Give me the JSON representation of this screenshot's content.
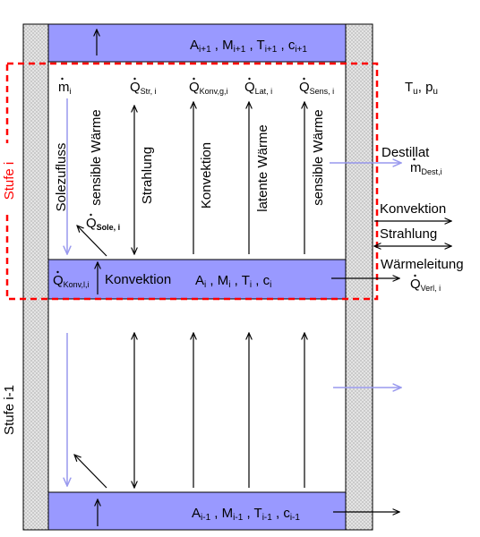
{
  "colors": {
    "layer_fill": "#9999ff",
    "wall_fill": "#e6e6e6",
    "stage_boundary": "#ff0000",
    "light_arrow": "#9999ee",
    "line": "#000000"
  },
  "side_labels": {
    "stage_i": "Stufe i",
    "stage_i_minus_1": "Stufe i-1"
  },
  "layers": {
    "top": {
      "A": "A",
      "A_sub": "i+1",
      "M": "M",
      "M_sub": "i+1",
      "T": "T",
      "T_sub": "i+1",
      "c": "c",
      "c_sub": "i+1"
    },
    "middle": {
      "A": "A",
      "A_sub": "i",
      "M": "M",
      "M_sub": "i",
      "T": "T",
      "T_sub": "i",
      "c": "c",
      "c_sub": "i",
      "left_label": "Q",
      "left_sub": "Konv,l,i",
      "convection": "Konvektion"
    },
    "bottom": {
      "A": "A",
      "A_sub": "i-1",
      "M": "M",
      "M_sub": "i-1",
      "T": "T",
      "T_sub": "i-1",
      "c": "c",
      "c_sub": "i-1"
    }
  },
  "flux_headers": {
    "m": {
      "sym": "m",
      "sub": "i"
    },
    "str": {
      "sym": "Q",
      "sub": "Str, i"
    },
    "konv": {
      "sym": "Q",
      "sub": "Konv,g,i"
    },
    "lat": {
      "sym": "Q",
      "sub": "Lat, i"
    },
    "sens": {
      "sym": "Q",
      "sub": "Sens, i"
    }
  },
  "ambient": {
    "T": "T",
    "T_sub": "u",
    "p": "p",
    "p_sub": "u"
  },
  "vertical_labels": {
    "solezufluss": "Solezufluss",
    "sensible_left": "sensible Wärme",
    "strahlung": "Strahlung",
    "konvektion": "Konvektion",
    "latente": "latente Wärme",
    "sensible_right": "sensible Wärme"
  },
  "sole": {
    "sym": "Q",
    "sub": "Sole, i"
  },
  "right_side": {
    "destillat": "Destillat",
    "m_dest": {
      "sym": "m",
      "sub": "Dest,i"
    },
    "konvektion": "Konvektion",
    "strahlung": "Strahlung",
    "waermeleitung": "Wärmeleitung",
    "q_verl": {
      "sym": "Q",
      "sub": "Verl, i"
    }
  }
}
